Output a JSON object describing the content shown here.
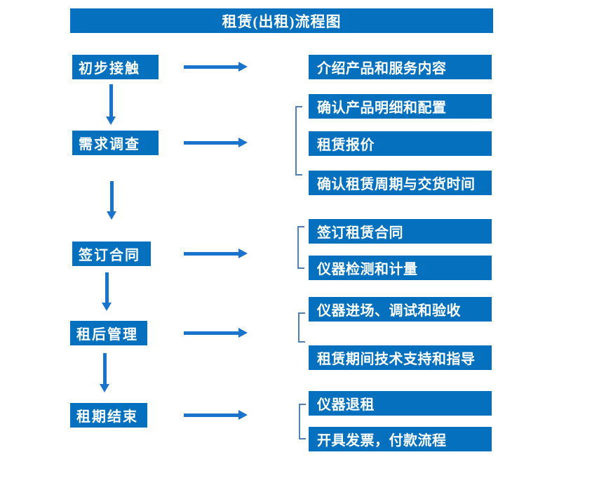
{
  "title": "租赁(出租)流程图",
  "colors": {
    "box_blue": "#0571BE",
    "arrow_blue": "#1B74CC",
    "bracket_blue": "#4E7FB5",
    "text_white": "#FFFFFF"
  },
  "flow": {
    "stages": [
      {
        "label": "初步接触",
        "outputs": [
          "介绍产品和服务内容"
        ]
      },
      {
        "label": "需求调查",
        "outputs": [
          "确认产品明细和配置",
          "租赁报价",
          "确认租赁周期与交货时间"
        ]
      },
      {
        "label": "签订合同",
        "outputs": [
          "签订租赁合同",
          "仪器检测和计量"
        ]
      },
      {
        "label": "租后管理",
        "outputs": [
          "仪器进场、调试和验收",
          "租赁期间技术支持和指导"
        ]
      },
      {
        "label": "租期结束",
        "outputs": [
          "仪器退租",
          "开具发票，付款流程"
        ]
      }
    ]
  }
}
